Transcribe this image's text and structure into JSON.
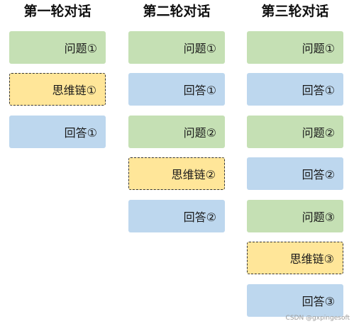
{
  "columns": [
    {
      "title": "第一轮对话",
      "blocks": [
        {
          "type": "question",
          "label": "问题①"
        },
        {
          "type": "thought",
          "label": "思维链①"
        },
        {
          "type": "answer",
          "label": "回答①"
        }
      ]
    },
    {
      "title": "第二轮对话",
      "blocks": [
        {
          "type": "question",
          "label": "问题①"
        },
        {
          "type": "answer",
          "label": "回答①"
        },
        {
          "type": "question",
          "label": "问题②"
        },
        {
          "type": "thought",
          "label": "思维链②"
        },
        {
          "type": "answer",
          "label": "回答②"
        }
      ]
    },
    {
      "title": "第三轮对话",
      "blocks": [
        {
          "type": "question",
          "label": "问题①"
        },
        {
          "type": "answer",
          "label": "回答①"
        },
        {
          "type": "question",
          "label": "问题②"
        },
        {
          "type": "answer",
          "label": "回答②"
        },
        {
          "type": "question",
          "label": "问题③"
        },
        {
          "type": "thought",
          "label": "思维链③"
        },
        {
          "type": "answer",
          "label": "回答③"
        }
      ]
    }
  ],
  "colors": {
    "question": "#c5e0b4",
    "answer": "#bdd7ee",
    "thought": "#ffe699"
  },
  "watermark": "CSDN @gxpingesoft"
}
